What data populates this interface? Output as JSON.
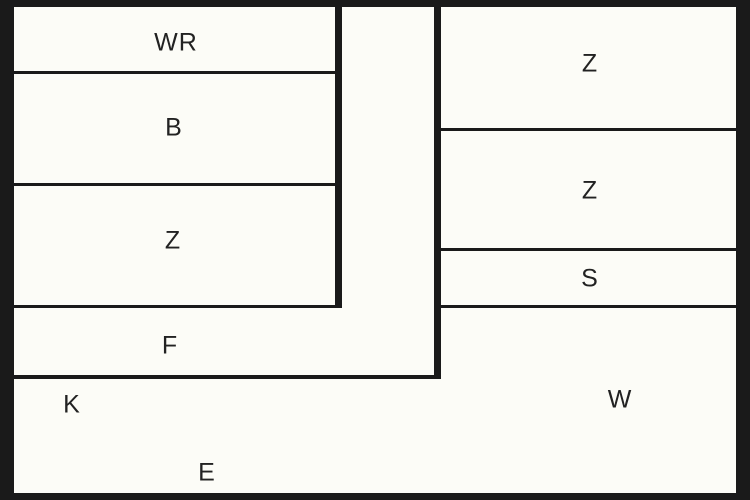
{
  "rooms": {
    "wr": "WR",
    "b": "B",
    "z_left": "Z",
    "f": "F",
    "z_right_top": "Z",
    "z_right_mid": "Z",
    "s": "S",
    "w": "W",
    "k": "K",
    "e": "E"
  },
  "colors": {
    "wall": "#1a1a1a",
    "floor": "#fcfcf7"
  }
}
